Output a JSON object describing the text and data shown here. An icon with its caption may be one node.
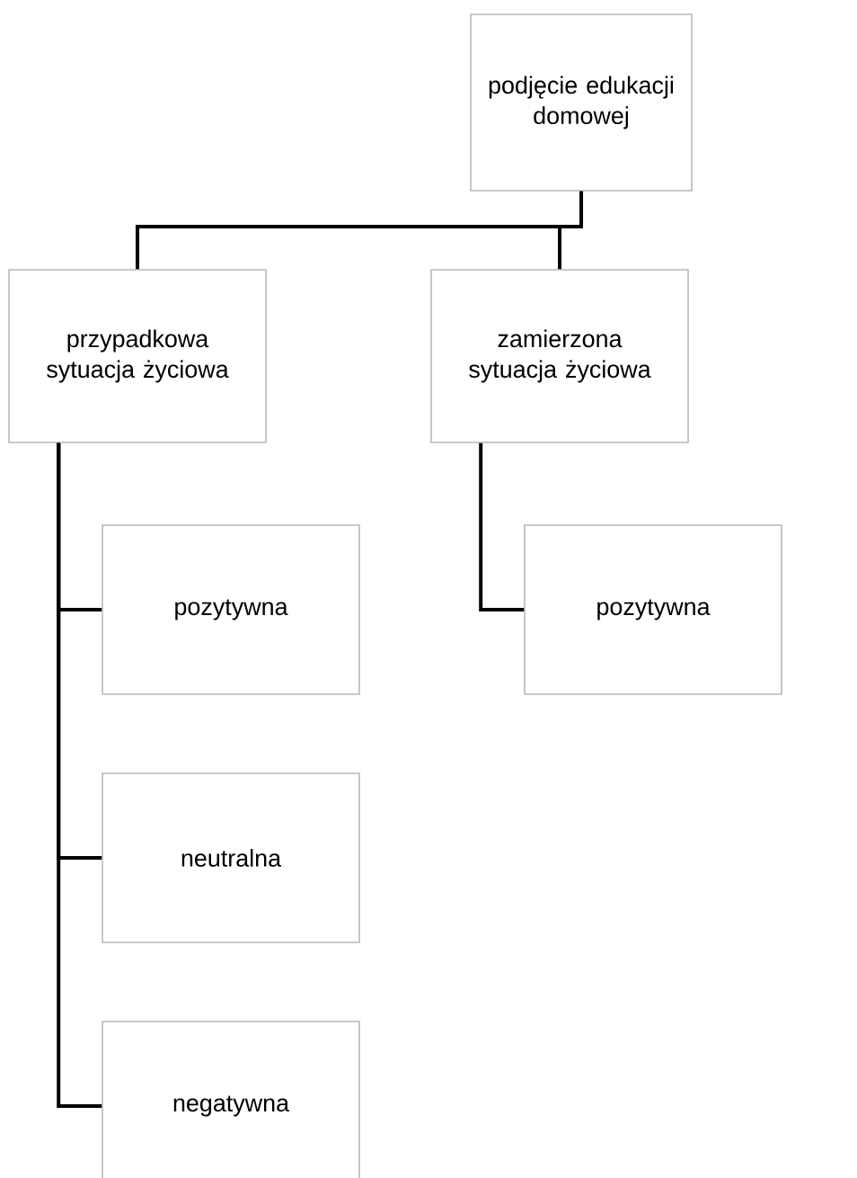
{
  "diagram": {
    "nodes": [
      {
        "text": [
          "podjęcie edukacji domowej"
        ]
      },
      {
        "text": [
          "przypadkowa sytuacja życiowa"
        ]
      },
      {
        "text": [
          "zamierzona sytuacja życiowa"
        ]
      },
      {
        "text": [
          "pozytywna"
        ]
      },
      {
        "text": [
          "neutralna"
        ]
      },
      {
        "text": [
          "negatywna"
        ]
      },
      {
        "text": [
          "pozytywna"
        ]
      }
    ],
    "edges": [
      {
        "from": 0,
        "to": 1,
        "arrow": "none"
      },
      {
        "from": 0,
        "to": 2,
        "arrow": "none"
      },
      {
        "from": 1,
        "to": 3,
        "arrow": "none"
      },
      {
        "from": 1,
        "to": 4,
        "arrow": "none"
      },
      {
        "from": 1,
        "to": 5,
        "arrow": "none"
      },
      {
        "from": 2,
        "to": 6,
        "arrow": "none"
      }
    ]
  }
}
